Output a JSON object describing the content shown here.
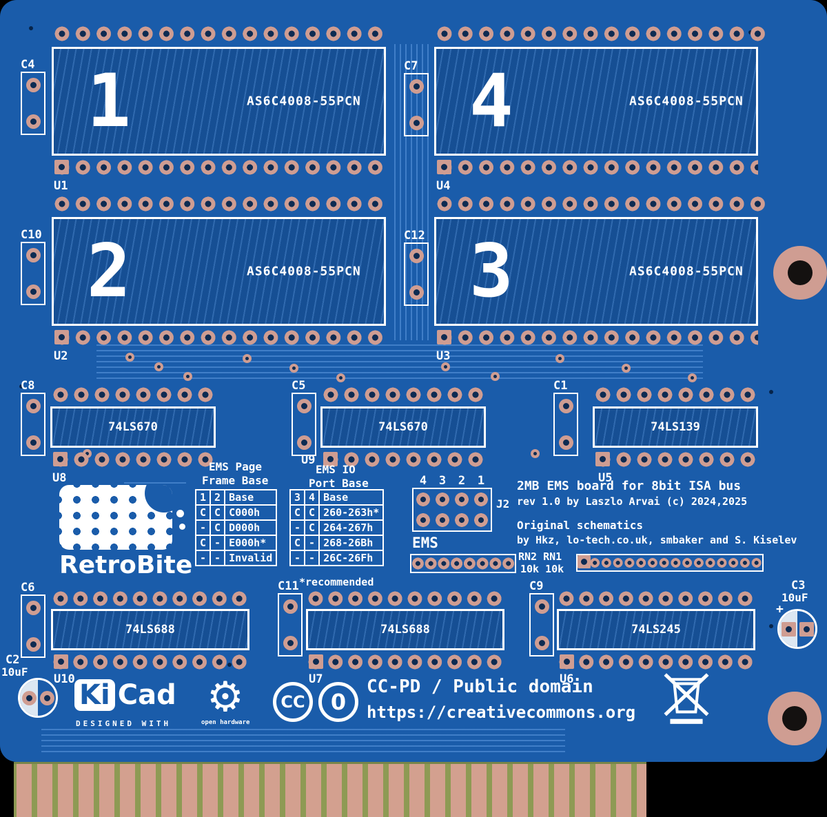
{
  "chips": {
    "u1": {
      "ref": "U1",
      "num": "1",
      "part": "AS6C4008-55PCN"
    },
    "u2": {
      "ref": "U2",
      "num": "2",
      "part": "AS6C4008-55PCN"
    },
    "u3": {
      "ref": "U3",
      "num": "3",
      "part": "AS6C4008-55PCN"
    },
    "u4": {
      "ref": "U4",
      "num": "4",
      "part": "AS6C4008-55PCN"
    },
    "u5": {
      "ref": "U5",
      "part": "74LS139"
    },
    "u6": {
      "ref": "U6",
      "part": "74LS245"
    },
    "u7": {
      "ref": "U7",
      "part": "74LS688"
    },
    "u8": {
      "ref": "U8",
      "part": "74LS670"
    },
    "u9": {
      "ref": "U9",
      "part": "74LS670"
    },
    "u10": {
      "ref": "U10",
      "part": "74LS688"
    }
  },
  "caps": {
    "c1": {
      "ref": "C1"
    },
    "c2": {
      "ref": "C2",
      "value": "10uF"
    },
    "c3": {
      "ref": "C3",
      "value": "10uF",
      "polarity": "+"
    },
    "c4": {
      "ref": "C4"
    },
    "c5": {
      "ref": "C5"
    },
    "c6": {
      "ref": "C6"
    },
    "c7": {
      "ref": "C7"
    },
    "c8": {
      "ref": "C8"
    },
    "c9": {
      "ref": "C9"
    },
    "c10": {
      "ref": "C10"
    },
    "c11": {
      "ref": "C11"
    },
    "c12": {
      "ref": "C12"
    }
  },
  "headers": {
    "j2": {
      "ref": "J2",
      "pins": [
        "4",
        "3",
        "2",
        "1"
      ]
    },
    "ems": {
      "ref": "EMS"
    },
    "rn": {
      "refs": "RN2 RN1",
      "values": "10k 10k"
    }
  },
  "tables": {
    "page_frame": {
      "title1": "EMS Page",
      "title2": "Frame Base",
      "header": [
        "1",
        "2",
        "Base"
      ],
      "rows": [
        [
          "C",
          "C",
          "C000h"
        ],
        [
          "-",
          "C",
          "D000h"
        ],
        [
          "C",
          "-",
          "E000h*"
        ],
        [
          "-",
          "-",
          "Invalid"
        ]
      ]
    },
    "io_port": {
      "title1": "EMS IO",
      "title2": "Port Base",
      "header": [
        "3",
        "4",
        "Base"
      ],
      "rows": [
        [
          "C",
          "C",
          "260-263h*"
        ],
        [
          "-",
          "C",
          "264-267h"
        ],
        [
          "C",
          "-",
          "268-26Bh"
        ],
        [
          "-",
          "-",
          "26C-26Fh"
        ]
      ]
    },
    "footnote": "*recommended"
  },
  "notes": {
    "line1": "2MB EMS board for 8bit ISA bus",
    "line2": "rev 1.0 by Laszlo Arvai (c) 2024,2025",
    "line3": "Original schematics",
    "line4": "by Hkz, lo-tech.co.uk, smbaker and S. Kiselev"
  },
  "branding": {
    "retrobite": "RetroBite",
    "kicad_ki": "Ki",
    "kicad_cad": "Cad",
    "kicad_tagline": "DESIGNED WITH",
    "oshw_gear": "⚙",
    "oshw_text": "open hardware",
    "cc": "CC",
    "cc0": "0",
    "license": "CC-PD / Public domain",
    "url": "https://creativecommons.org"
  },
  "colors": {
    "mask": "#1a5caa",
    "pad": "#cf9d92",
    "silk": "#ffffff",
    "finger": "#d3a08f",
    "finger_gap": "#8e9a54"
  }
}
